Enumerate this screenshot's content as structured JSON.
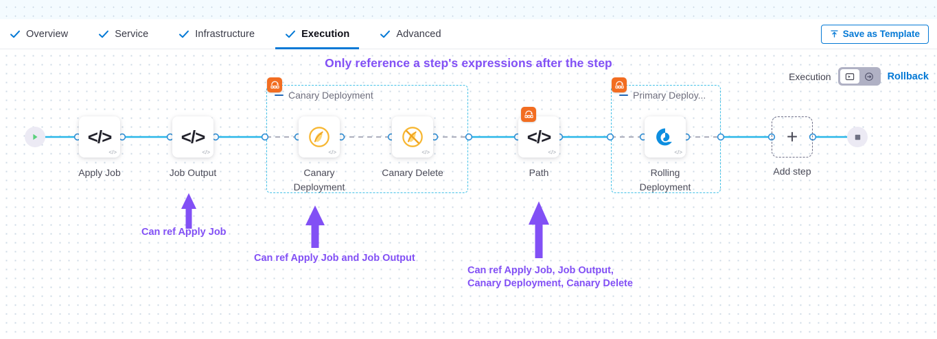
{
  "tabs": [
    {
      "label": "Overview",
      "icon": "check-icon",
      "active": false
    },
    {
      "label": "Service",
      "icon": "check-icon",
      "active": false
    },
    {
      "label": "Infrastructure",
      "icon": "check-icon",
      "active": false
    },
    {
      "label": "Execution",
      "icon": "check-icon",
      "active": true
    },
    {
      "label": "Advanced",
      "icon": "check-icon",
      "active": false
    }
  ],
  "header": {
    "save_template_label": "Save as Template",
    "save_template_icon": "upload-template-icon"
  },
  "canvas": {
    "banner_title": "Only reference a step's expressions after the step",
    "accent_purple": "#8250f5",
    "accent_blue": "#0278d5",
    "group_border_color": "#40c0e7",
    "wire_color": "#29b6e8",
    "dashed_wire_color": "#b0b2c0"
  },
  "exec_toolbar": {
    "label": "Execution",
    "toggle": [
      {
        "icon": "execution-icon",
        "selected": true
      },
      {
        "icon": "rollback-icon",
        "selected": false
      }
    ],
    "rollback_label": "Rollback"
  },
  "graph": {
    "start_node": {
      "name": "start-node",
      "icon": "play-icon"
    },
    "end_node": {
      "name": "end-node",
      "icon": "stop-icon"
    },
    "steps": [
      {
        "id": "apply-job",
        "label": "Apply Job",
        "icon": "shell-script-icon",
        "badge": "code-icon"
      },
      {
        "id": "job-output",
        "label": "Job Output",
        "icon": "shell-script-icon",
        "badge": "code-icon"
      },
      {
        "id": "canary-deployment",
        "label": "Canary\nDeployment",
        "icon": "canary-bird-icon",
        "badge": "code-icon"
      },
      {
        "id": "canary-delete",
        "label": "Canary Delete",
        "icon": "canary-delete-icon",
        "badge": "code-icon"
      },
      {
        "id": "path",
        "label": "Path",
        "icon": "shell-script-icon",
        "badge": "code-icon",
        "group_badge": "step-group-icon"
      },
      {
        "id": "rolling-deployment",
        "label": "Rolling\nDeployment",
        "icon": "rolling-deploy-icon",
        "badge": "code-icon"
      }
    ],
    "groups": [
      {
        "id": "canary-deployment-group",
        "title": "Canary Deployment",
        "badge": "step-group-icon"
      },
      {
        "id": "primary-deployment-group",
        "title": "Primary Deploy...",
        "badge": "step-group-icon"
      }
    ],
    "add_step": {
      "label": "Add step",
      "icon": "plus-icon"
    }
  },
  "annotations": [
    {
      "id": "anno-apply-job",
      "text": "Can ref Apply Job"
    },
    {
      "id": "anno-canary",
      "text": "Can ref Apply Job and Job Output"
    },
    {
      "id": "anno-path",
      "text": "Can ref Apply Job, Job Output,\nCanary Deployment, Canary Delete"
    }
  ]
}
